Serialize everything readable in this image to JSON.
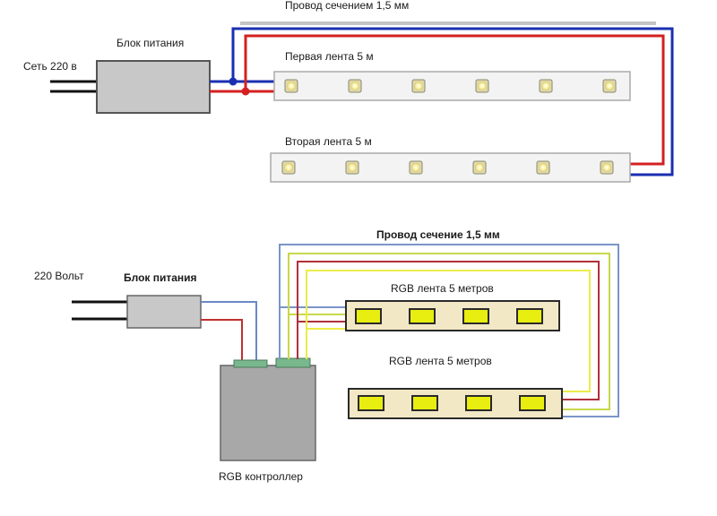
{
  "top": {
    "wire_label": "Провод сечением 1,5 мм",
    "psu_label": "Блок питания",
    "mains_label": "Сеть 220 в",
    "strip1_label": "Первая лента 5 м",
    "strip2_label": "Вторая лента 5 м",
    "led_count": 6
  },
  "bottom": {
    "wire_label": "Провод сечение 1,5 мм",
    "psu_label": "Блок питания",
    "mains_label": "220 Вольт",
    "strip1_label": "RGB лента 5 метров",
    "strip2_label": "RGB лента 5 метров",
    "controller_label": "RGB контроллер",
    "led_count": 4
  },
  "colors": {
    "positive_wire": "#d42020",
    "negative_wire": "#1a2fb0",
    "rgb_wire_blue": "#7a95c8",
    "rgb_wire_green": "#c8d84a",
    "rgb_wire_red": "#b0303a",
    "rgb_wire_yellow": "#ecec4a",
    "psu_fill": "#c8c8c8",
    "controller_fill": "#a8a8a8",
    "connector_fill": "#78b88c",
    "rgb_strip_fill": "#f3e8c6",
    "rgb_led_fill": "#e8ee10"
  }
}
